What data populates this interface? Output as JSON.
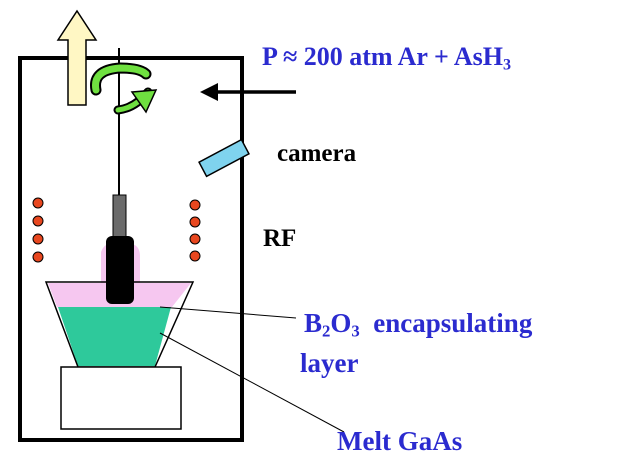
{
  "labels": {
    "pressure": {
      "prefix": "P ≈ 200 atm   Ar + AsH",
      "sub": "3"
    },
    "camera": "camera",
    "rf": "RF",
    "encapsulant": {
      "prefix": "B",
      "sub1": "2",
      "mid": "O",
      "sub2": "3",
      "suffix": "  encapsulating"
    },
    "encapsulant_line2": "layer",
    "melt": "Melt GaAs"
  },
  "colors": {
    "label_blue": "#2b2bcf",
    "outline": "#000000",
    "melt": "#2ec99b",
    "encapsulant": "#f6c7f0",
    "camera": "#7fd3ee",
    "rf_coil": "#e8471f",
    "lift_arrow": "#fff7c4",
    "rotation_arrow": "#6fe040",
    "crystal": "#000000"
  },
  "icons": [
    "lift-arrow-icon",
    "rotation-arrow-icon",
    "gas-inlet-arrow-icon",
    "camera-icon",
    "rf-coil-icon"
  ]
}
